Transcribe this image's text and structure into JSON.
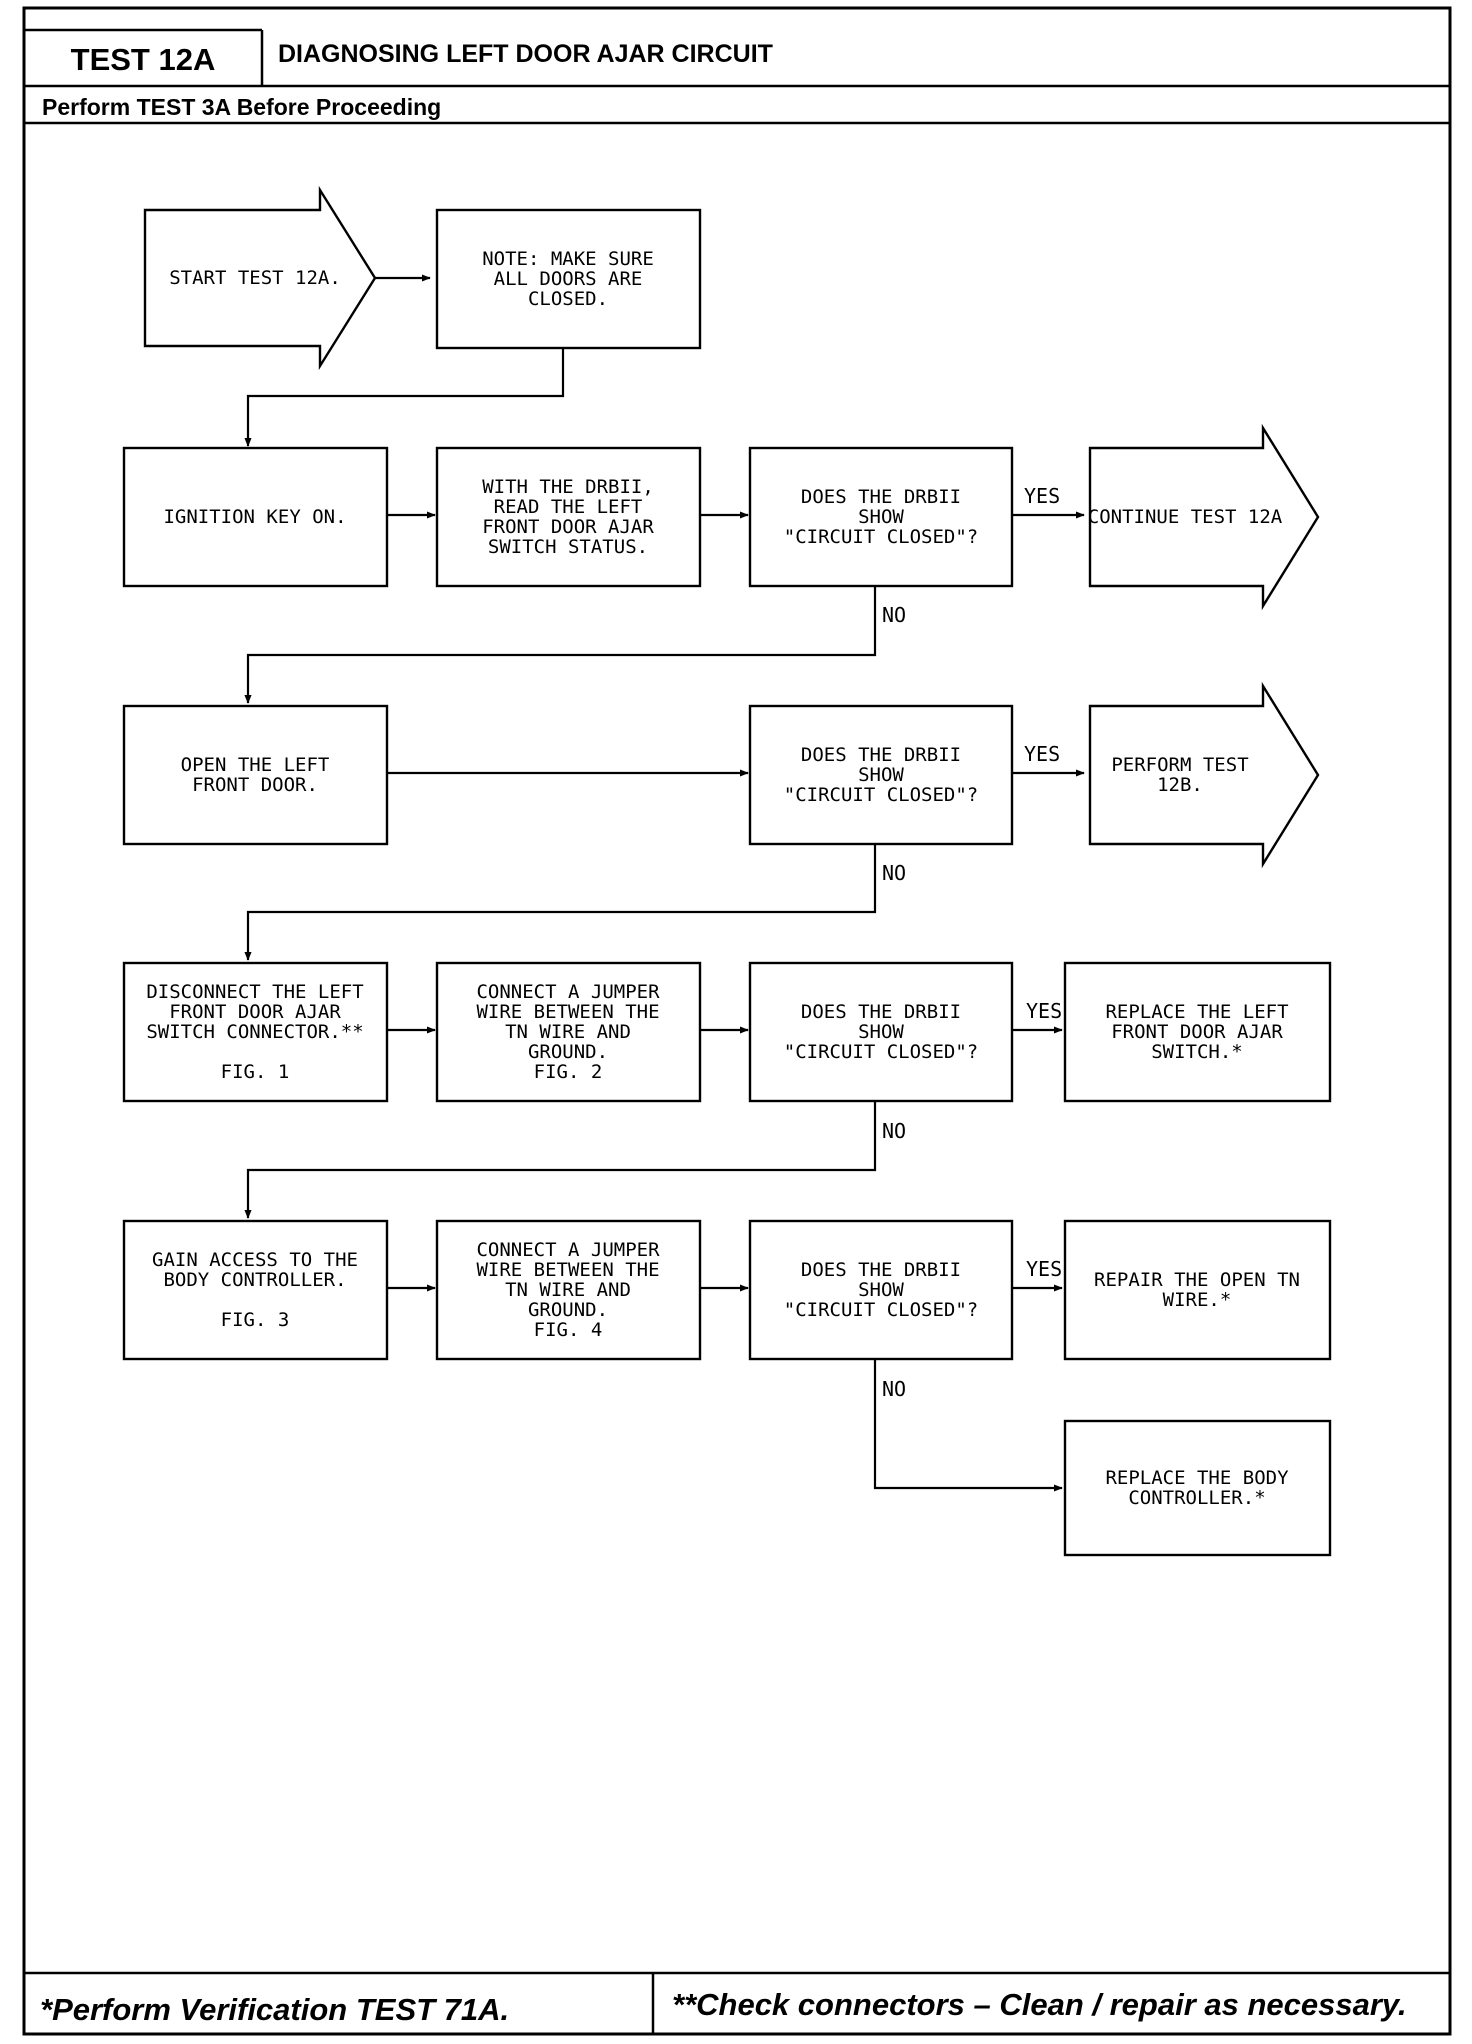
{
  "header": {
    "test_id": "TEST 12A",
    "title": "DIAGNOSING LEFT DOOR AJAR CIRCUIT",
    "prerequisite": "Perform TEST 3A Before Proceeding"
  },
  "nodes": {
    "start": [
      "START TEST 12A."
    ],
    "note": [
      "NOTE: MAKE SURE",
      "ALL DOORS ARE",
      "CLOSED."
    ],
    "ignition": [
      "IGNITION KEY ON."
    ],
    "read_status": [
      "WITH THE DRBII,",
      "READ THE LEFT",
      "FRONT DOOR AJAR",
      "SWITCH STATUS."
    ],
    "decision1": [
      "DOES THE DRBII",
      "SHOW",
      "\"CIRCUIT CLOSED\"?"
    ],
    "continue": [
      "CONTINUE TEST 12A"
    ],
    "open_door": [
      "OPEN THE LEFT",
      "FRONT DOOR."
    ],
    "decision2": [
      "DOES THE DRBII",
      "SHOW",
      "\"CIRCUIT CLOSED\"?"
    ],
    "perform_12b": [
      "PERFORM TEST",
      "12B."
    ],
    "disconnect": [
      "DISCONNECT THE LEFT",
      "FRONT DOOR AJAR",
      "SWITCH CONNECTOR.**",
      "",
      "FIG. 1"
    ],
    "jumper1": [
      "CONNECT A JUMPER",
      "WIRE BETWEEN THE",
      "TN WIRE AND",
      "GROUND.",
      "FIG. 2"
    ],
    "decision3": [
      "DOES THE DRBII",
      "SHOW",
      "\"CIRCUIT CLOSED\"?"
    ],
    "replace_switch": [
      "REPLACE THE LEFT",
      "FRONT DOOR AJAR",
      "SWITCH.*"
    ],
    "gain_access": [
      "GAIN ACCESS TO THE",
      "BODY CONTROLLER.",
      "",
      "FIG. 3"
    ],
    "jumper2": [
      "CONNECT A JUMPER",
      "WIRE BETWEEN THE",
      "TN WIRE AND",
      "GROUND.",
      "FIG. 4"
    ],
    "decision4": [
      "DOES THE DRBII",
      "SHOW",
      "\"CIRCUIT CLOSED\"?"
    ],
    "repair_wire": [
      "REPAIR THE OPEN TN",
      "WIRE.*"
    ],
    "replace_controller": [
      "REPLACE THE BODY",
      "CONTROLLER.*"
    ]
  },
  "labels": {
    "yes": "YES",
    "no": "NO"
  },
  "footer": {
    "left": "*Perform Verification TEST 71A.",
    "right": "**Check connectors – Clean / repair as necessary."
  }
}
